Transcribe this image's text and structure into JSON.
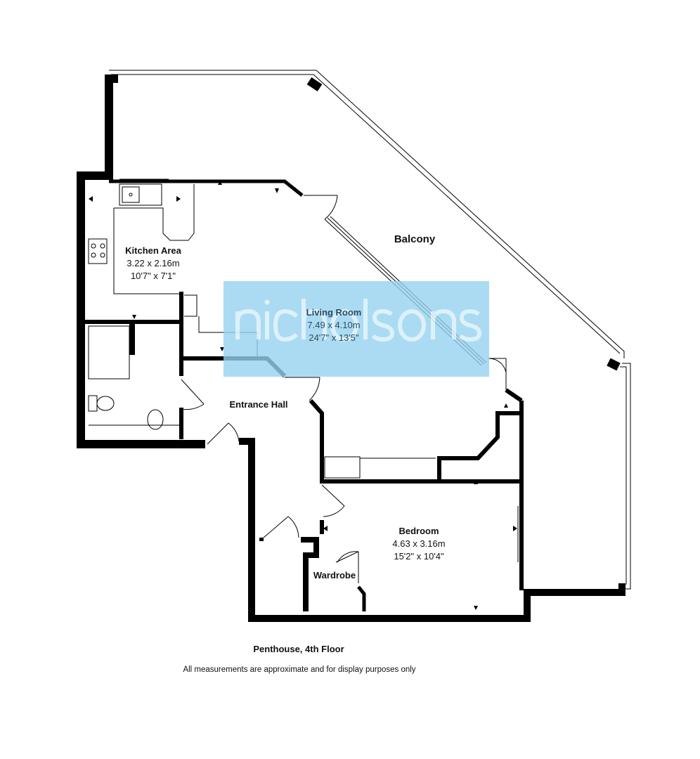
{
  "rooms": {
    "balcony": {
      "name": "Balcony"
    },
    "kitchen": {
      "name": "Kitchen Area",
      "metric": "3.22 x 2.16m",
      "imperial": "10'7\" x 7'1\""
    },
    "living": {
      "name": "Living Room",
      "metric": "7.49 x 4.10m",
      "imperial": "24'7\" x 13'5\""
    },
    "hall": {
      "name": "Entrance Hall"
    },
    "bedroom": {
      "name": "Bedroom",
      "metric": "4.63 x 3.16m",
      "imperial": "15'2\" x 10'4\""
    },
    "wardrobe": {
      "name": "Wardrobe"
    }
  },
  "watermark": {
    "text": "nicholsons",
    "color": "#a9dbf2"
  },
  "footer": {
    "title": "Penthouse, 4th Floor",
    "note": "All measurements are approximate and for display purposes only"
  },
  "colors": {
    "wall": "#000000",
    "background": "#ffffff"
  }
}
